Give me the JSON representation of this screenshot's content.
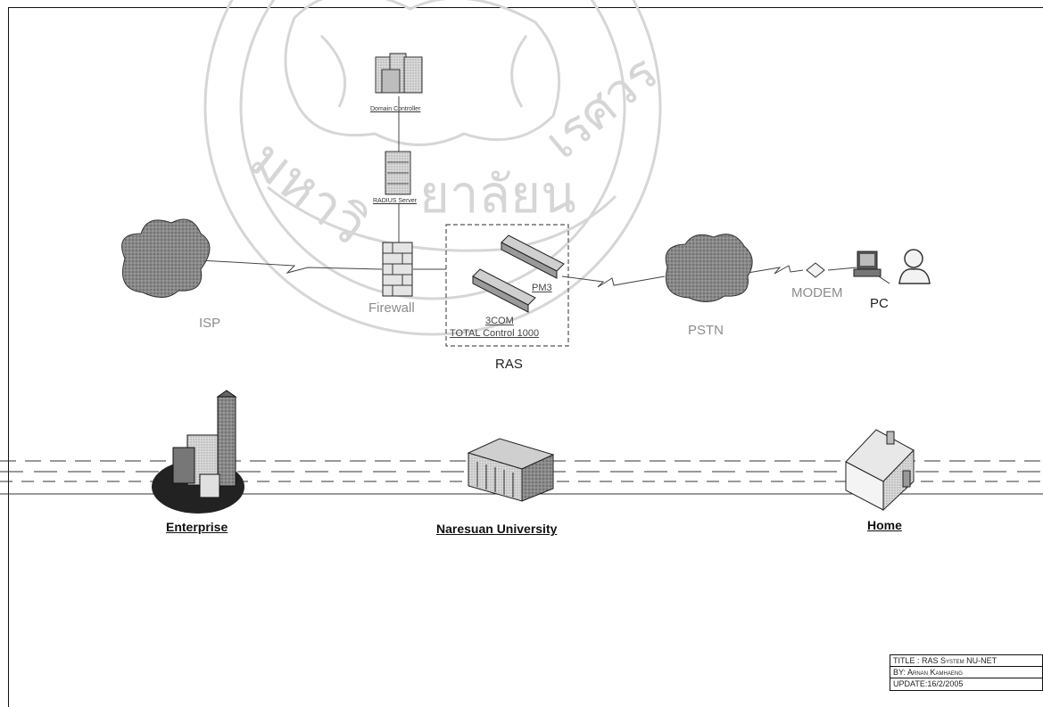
{
  "nodes": {
    "domain_controller": "Domain Controller",
    "radius_server": "RADIUS Server",
    "isp": "ISP",
    "firewall": "Firewall",
    "pm3": "PM3",
    "threecom": "3COM",
    "total_control": "TOTAL Control 1000",
    "ras": "RAS",
    "pstn": "PSTN",
    "modem": "MODEM",
    "pc": "PC"
  },
  "sites": {
    "enterprise": "Enterprise",
    "university": "Naresuan University",
    "home": "Home"
  },
  "title_block": {
    "title": "TITLE : RAS System NU-NET",
    "by": "BY: Arnan Kamhaeng",
    "update": "UPDATE:16/2/2005"
  },
  "watermark": {
    "text": "มหาวิทยาลัยนเรศวร"
  },
  "colors": {
    "line": "#444444",
    "cloud": "#7a7a7a",
    "watermark": "#d6d6d6",
    "ras_box": "#555555"
  }
}
